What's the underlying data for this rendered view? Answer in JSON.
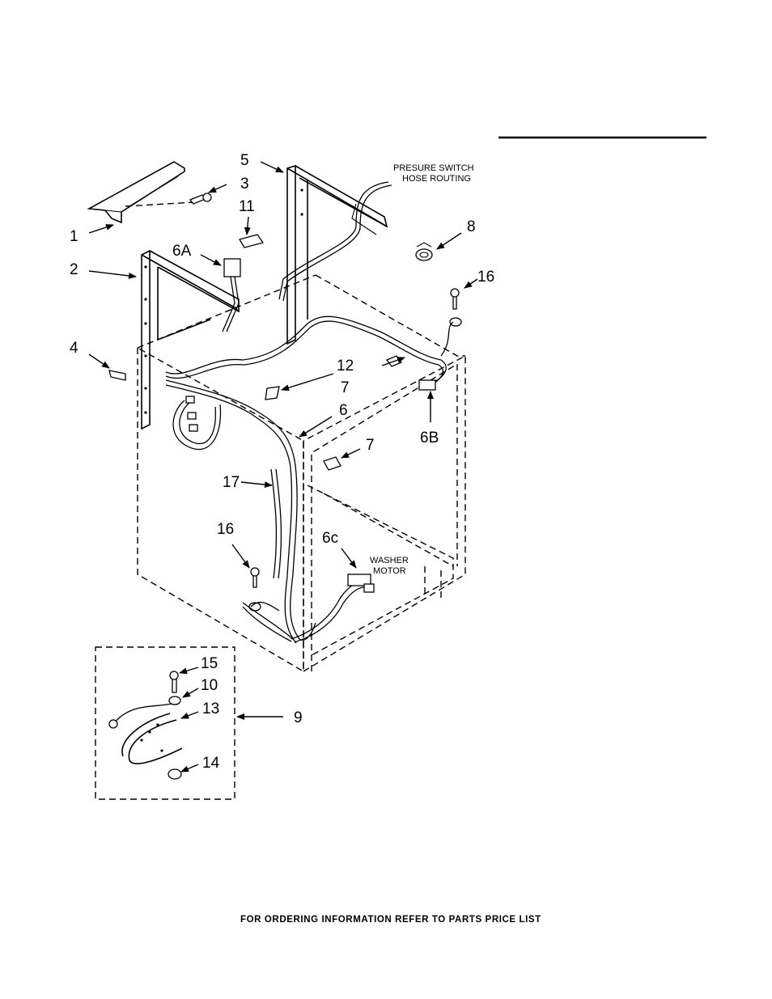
{
  "callouts": {
    "c1": "1",
    "c2": "2",
    "c3": "3",
    "c4": "4",
    "c5": "5",
    "c6": "6",
    "c6a": "6A",
    "c6b": "6B",
    "c6c": "6c",
    "c7a": "7",
    "c7b": "7",
    "c8": "8",
    "c9": "9",
    "c10": "10",
    "c11": "11",
    "c12": "12",
    "c13": "13",
    "c14": "14",
    "c15": "15",
    "c16a": "16",
    "c16b": "16",
    "c17": "17"
  },
  "notes": {
    "pressure_line1": "PRESURE SWITCH",
    "pressure_line2": "HOSE ROUTING",
    "motor_line1": "WASHER",
    "motor_line2": "MOTOR"
  },
  "footer": "FOR ORDERING INFORMATION REFER TO PARTS PRICE LIST"
}
